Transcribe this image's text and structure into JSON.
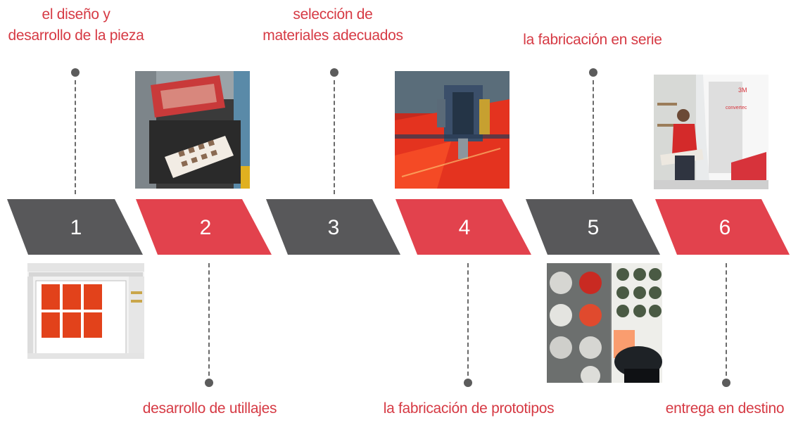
{
  "steps": [
    {
      "number": "1",
      "label": "el diseño y\ndesarrollo de la pieza",
      "color": "#58585a"
    },
    {
      "number": "2",
      "label": "desarrollo de utillajes",
      "color": "#e2424d"
    },
    {
      "number": "3",
      "label": "selección de\nmateriales adecuados",
      "color": "#58585a"
    },
    {
      "number": "4",
      "label": "la fabricación de prototipos",
      "color": "#e2424d"
    },
    {
      "number": "5",
      "label": "la fabricación en serie",
      "color": "#58585a"
    },
    {
      "number": "6",
      "label": "entrega en destino",
      "color": "#e2424d"
    }
  ],
  "photos": {
    "step1": "cad-software-screenshot",
    "step2": "tooling-press-machine",
    "step4": "cutting-plotter-machine",
    "step5": "cut-material-discs",
    "step6": "delivery-van-with-worker"
  },
  "colors": {
    "label": "#d63a44",
    "gray": "#58585a",
    "red": "#e2424d",
    "connector": "#5c5c5c"
  }
}
